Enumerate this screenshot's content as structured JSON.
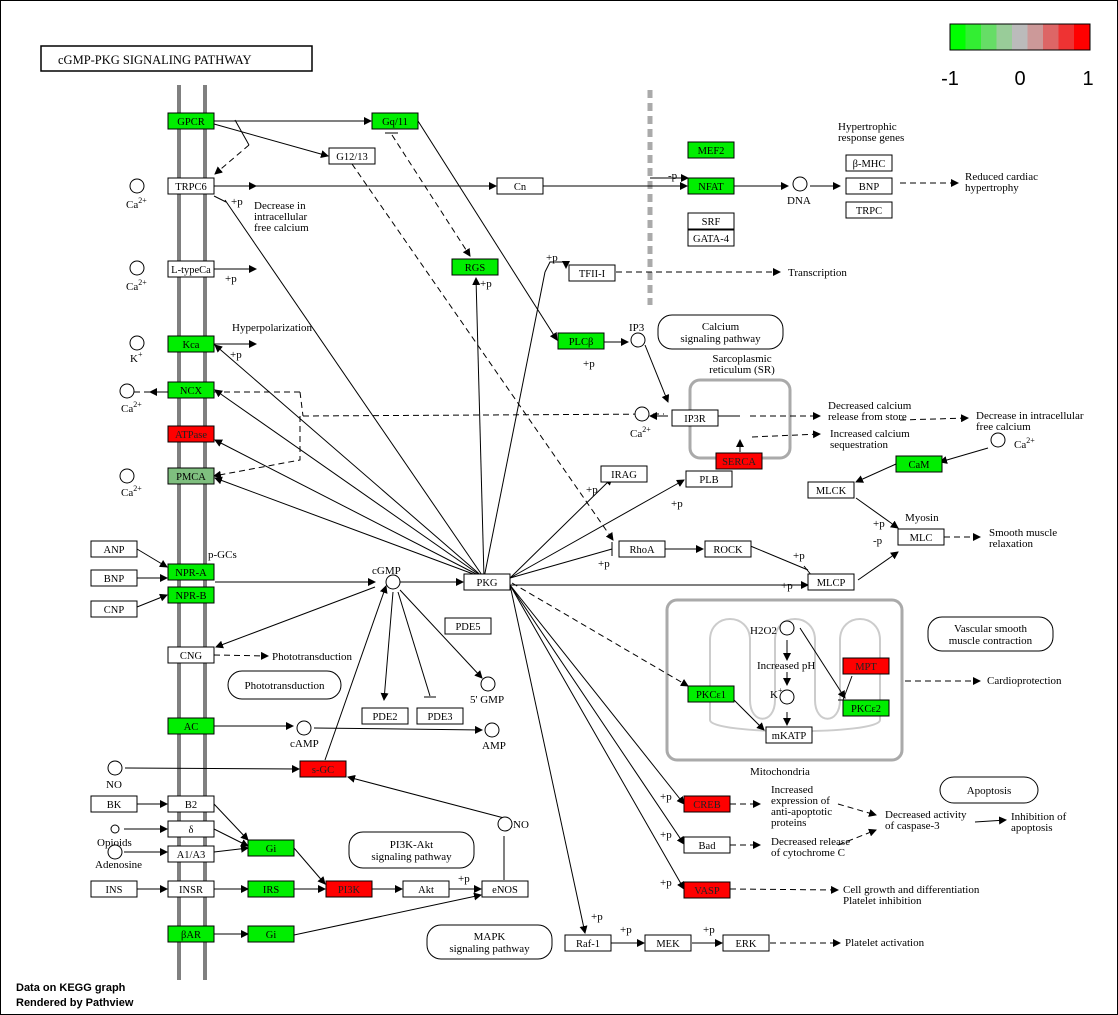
{
  "title": "cGMP-PKG  SIGNALING PATHWAY",
  "legend": {
    "colors": [
      "#00ff00",
      "#33ee33",
      "#66dd66",
      "#99cc99",
      "#bbbbbb",
      "#cc9999",
      "#dd6666",
      "#ee3333",
      "#ff0000"
    ],
    "labels": [
      "-1",
      "0",
      "1"
    ]
  },
  "footer": [
    "Data on KEGG graph",
    "Rendered by Pathview"
  ],
  "status_colors": {
    "down": "#00ee00",
    "weak_down": "#7fbf7f",
    "up": "#ff0000",
    "none": "#ffffff"
  },
  "genes": [
    {
      "id": "gpcr",
      "label": "GPCR",
      "status": "down"
    },
    {
      "id": "trpc6",
      "label": "TRPC6",
      "status": "none"
    },
    {
      "id": "ltype",
      "label": "L-typeCa",
      "status": "none"
    },
    {
      "id": "kca",
      "label": "Kca",
      "status": "down"
    },
    {
      "id": "ncx",
      "label": "NCX",
      "status": "down"
    },
    {
      "id": "atpase",
      "label": "ATPase",
      "status": "up"
    },
    {
      "id": "pmca",
      "label": "PMCA",
      "status": "weak_down"
    },
    {
      "id": "npra",
      "label": "NPR-A",
      "status": "down"
    },
    {
      "id": "nprb",
      "label": "NPR-B",
      "status": "down"
    },
    {
      "id": "cng",
      "label": "CNG",
      "status": "none"
    },
    {
      "id": "ac",
      "label": "AC",
      "status": "down"
    },
    {
      "id": "sgc",
      "label": "s-GC",
      "status": "up"
    },
    {
      "id": "b2",
      "label": "B2",
      "status": "none"
    },
    {
      "id": "delta",
      "label": "δ",
      "status": "none"
    },
    {
      "id": "a1a3",
      "label": "A1/A3",
      "status": "none"
    },
    {
      "id": "insr",
      "label": "INSR",
      "status": "none"
    },
    {
      "id": "bar",
      "label": "βAR",
      "status": "down"
    },
    {
      "id": "gi1",
      "label": "Gi",
      "status": "down"
    },
    {
      "id": "irs",
      "label": "IRS",
      "status": "down"
    },
    {
      "id": "gi2",
      "label": "Gi",
      "status": "down"
    },
    {
      "id": "pi3k",
      "label": "PI3K",
      "status": "up"
    },
    {
      "id": "akt",
      "label": "Akt",
      "status": "none"
    },
    {
      "id": "enos",
      "label": "eNOS",
      "status": "none"
    },
    {
      "id": "anp",
      "label": "ANP",
      "status": "none"
    },
    {
      "id": "bnp",
      "label": "BNP",
      "status": "none"
    },
    {
      "id": "cnp",
      "label": "CNP",
      "status": "none"
    },
    {
      "id": "bk",
      "label": "BK",
      "status": "none"
    },
    {
      "id": "ins",
      "label": "INS",
      "status": "none"
    },
    {
      "id": "gq",
      "label": "Gq/11",
      "status": "down"
    },
    {
      "id": "g1213",
      "label": "G12/13",
      "status": "none"
    },
    {
      "id": "rgs",
      "label": "RGS",
      "status": "down"
    },
    {
      "id": "cn",
      "label": "Cn",
      "status": "none"
    },
    {
      "id": "mef2",
      "label": "MEF2",
      "status": "down"
    },
    {
      "id": "nfat",
      "label": "NFAT",
      "status": "down"
    },
    {
      "id": "srf",
      "label": "SRF",
      "status": "none"
    },
    {
      "id": "gata4",
      "label": "GATA-4",
      "status": "none"
    },
    {
      "id": "bmhc",
      "label": "β-MHC",
      "status": "none"
    },
    {
      "id": "bnp2",
      "label": "BNP",
      "status": "none"
    },
    {
      "id": "trpc",
      "label": "TRPC",
      "status": "none"
    },
    {
      "id": "tfii",
      "label": "TFII-I",
      "status": "none"
    },
    {
      "id": "plcb",
      "label": "PLCβ",
      "status": "down"
    },
    {
      "id": "ip3r",
      "label": "IP3R",
      "status": "none"
    },
    {
      "id": "serca",
      "label": "SERCA",
      "status": "up"
    },
    {
      "id": "plb",
      "label": "PLB",
      "status": "none"
    },
    {
      "id": "irag",
      "label": "IRAG",
      "status": "none"
    },
    {
      "id": "cam",
      "label": "CaM",
      "status": "down"
    },
    {
      "id": "mlck",
      "label": "MLCK",
      "status": "none"
    },
    {
      "id": "mlc",
      "label": "MLC",
      "status": "none"
    },
    {
      "id": "rhoa",
      "label": "RhoA",
      "status": "none"
    },
    {
      "id": "rock",
      "label": "ROCK",
      "status": "none"
    },
    {
      "id": "mlcp",
      "label": "MLCP",
      "status": "none"
    },
    {
      "id": "pkg",
      "label": "PKG",
      "status": "none"
    },
    {
      "id": "pde5",
      "label": "PDE5",
      "status": "none"
    },
    {
      "id": "pde2",
      "label": "PDE2",
      "status": "none"
    },
    {
      "id": "pde3",
      "label": "PDE3",
      "status": "none"
    },
    {
      "id": "mpt",
      "label": "MPT",
      "status": "up"
    },
    {
      "id": "pkce1",
      "label": "PKCε1",
      "status": "down"
    },
    {
      "id": "pkce2",
      "label": "PKCε2",
      "status": "down"
    },
    {
      "id": "mkatp",
      "label": "mKATP",
      "status": "none"
    },
    {
      "id": "creb",
      "label": "CREB",
      "status": "up"
    },
    {
      "id": "bad",
      "label": "Bad",
      "status": "none"
    },
    {
      "id": "vasp",
      "label": "VASP",
      "status": "up"
    },
    {
      "id": "raf1",
      "label": "Raf-1",
      "status": "none"
    },
    {
      "id": "mek",
      "label": "MEK",
      "status": "none"
    },
    {
      "id": "erk",
      "label": "ERK",
      "status": "none"
    }
  ],
  "pathway_links": [
    {
      "id": "calcium",
      "text": [
        "Calcium",
        "signaling pathway"
      ]
    },
    {
      "id": "vsm",
      "text": [
        "Vascular smooth",
        "muscle contraction"
      ]
    },
    {
      "id": "photo",
      "text": [
        "Phototransduction"
      ]
    },
    {
      "id": "pi3kakt",
      "text": [
        "PI3K-Akt",
        "signaling pathway"
      ]
    },
    {
      "id": "mapk",
      "text": [
        "MAPK",
        "signaling pathway"
      ]
    },
    {
      "id": "apoptosis",
      "text": [
        "Apoptosis"
      ]
    }
  ],
  "compounds": [
    {
      "id": "ca1",
      "label": "Ca2+"
    },
    {
      "id": "ca2",
      "label": "Ca2+"
    },
    {
      "id": "k1",
      "label": "K+"
    },
    {
      "id": "ca3",
      "label": "Ca2+"
    },
    {
      "id": "ca4",
      "label": "Ca2+"
    },
    {
      "id": "dna",
      "label": "DNA"
    },
    {
      "id": "ip3",
      "label": "IP3"
    },
    {
      "id": "ca5",
      "label": "Ca2+"
    },
    {
      "id": "ca6",
      "label": "Ca2+"
    },
    {
      "id": "cgmp",
      "label": "cGMP"
    },
    {
      "id": "gmp5",
      "label": "5' GMP"
    },
    {
      "id": "camp",
      "label": "cAMP"
    },
    {
      "id": "amp",
      "label": "AMP"
    },
    {
      "id": "no1",
      "label": "NO"
    },
    {
      "id": "no2",
      "label": "NO"
    },
    {
      "id": "opioids",
      "label": "Opioids"
    },
    {
      "id": "adenosine",
      "label": "Adenosine"
    },
    {
      "id": "h2o2",
      "label": "H2O2"
    },
    {
      "id": "kmit",
      "label": "K+"
    }
  ],
  "texts": {
    "decrease_ca": [
      "Decrease in",
      "intracellular",
      "free calcium"
    ],
    "hyperpolarization": "Hyperpolarization",
    "pgcs": "p-GCs",
    "phototransduction_out": "Phototransduction",
    "hypertrophic": [
      "Hypertrophic",
      "response genes"
    ],
    "reduced_hyper": [
      "Reduced cardiac",
      "hypertrophy"
    ],
    "transcription": "Transcription",
    "sr": [
      "Sarcoplasmic",
      "reticulum (SR)"
    ],
    "dec_release": [
      "Decreased calcium",
      "release from store"
    ],
    "inc_seq": [
      "Increased calcium",
      "sequestration"
    ],
    "dec_intra": [
      "Decrease in intracellular",
      "free calcium"
    ],
    "myosin": "Myosin",
    "smooth_relax": [
      "Smooth muscle",
      "relaxation"
    ],
    "increased_ph": "Increased pH",
    "mitochondria": "Mitochondria",
    "cardioprotection": "Cardioprotection",
    "inc_expr": [
      "Increased",
      "expression of",
      "anti-apoptotic",
      "proteins"
    ],
    "dec_act": [
      "Decreased activity",
      "of caspase-3"
    ],
    "inhibition_apop": [
      "Inhibition of",
      "apoptosis"
    ],
    "dec_cytc": [
      "Decreased release",
      "of cytochrome C"
    ],
    "cell_growth": [
      "Cell growth and differentiation",
      "Platelet inhibition"
    ],
    "platelet_act": "Platelet activation",
    "plus_p": "+p",
    "minus_p": "-p"
  }
}
